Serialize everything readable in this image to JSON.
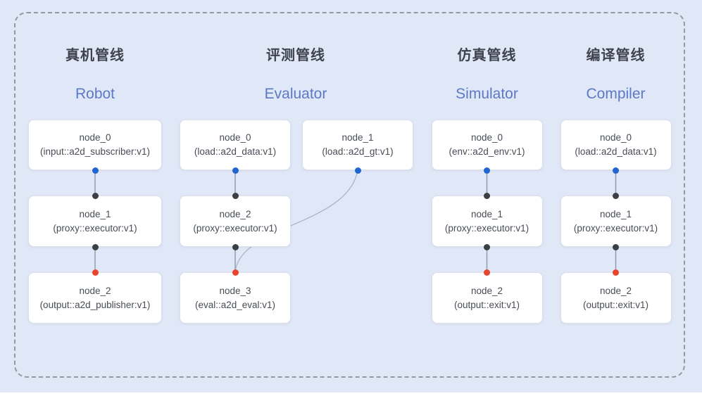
{
  "diagram": {
    "colors": {
      "background": "#e0e7f7",
      "dashed_border": "#9199a4",
      "node_background": "#ffffff",
      "node_border": "#dadfe8",
      "node_text": "#474c55",
      "title_cn_color": "#3e434d",
      "title_en_color": "#5b79c7",
      "dot_blue": "#2065d1",
      "dot_dark": "#3b3e43",
      "dot_red": "#e8432c",
      "edge_line": "#8a93a2",
      "edge_curve": "#a9b4c5"
    },
    "pipelines": [
      {
        "id": "robot",
        "title_cn": "真机管线",
        "title_en": "Robot",
        "nodes": [
          {
            "id": "node_0",
            "label": "node_0",
            "sublabel": "(input::a2d_subscriber:v1)",
            "col": 0,
            "row": 0,
            "dot_top": null,
            "dot_bottom": "blue"
          },
          {
            "id": "node_1",
            "label": "node_1",
            "sublabel": "(proxy::executor:v1)",
            "col": 0,
            "row": 1,
            "dot_top": "dark",
            "dot_bottom": "dark"
          },
          {
            "id": "node_2",
            "label": "node_2",
            "sublabel": "(output::a2d_publisher:v1)",
            "col": 0,
            "row": 2,
            "dot_top": "red",
            "dot_bottom": null
          }
        ],
        "edges": [
          {
            "from": 0,
            "to": 1,
            "type": "straight"
          },
          {
            "from": 1,
            "to": 2,
            "type": "straight"
          }
        ]
      },
      {
        "id": "evaluator",
        "title_cn": "评测管线",
        "title_en": "Evaluator",
        "nodes": [
          {
            "id": "node_0",
            "label": "node_0",
            "sublabel": "(load::a2d_data:v1)",
            "col": 0,
            "row": 0,
            "dot_top": null,
            "dot_bottom": "blue"
          },
          {
            "id": "node_1",
            "label": "node_1",
            "sublabel": "(load::a2d_gt:v1)",
            "col": 1,
            "row": 0,
            "dot_top": null,
            "dot_bottom": "blue"
          },
          {
            "id": "node_2",
            "label": "node_2",
            "sublabel": "(proxy::executor:v1)",
            "col": 0,
            "row": 1,
            "dot_top": "dark",
            "dot_bottom": "dark"
          },
          {
            "id": "node_3",
            "label": "node_3",
            "sublabel": "(eval::a2d_eval:v1)",
            "col": 0,
            "row": 2,
            "dot_top": "red",
            "dot_bottom": null
          }
        ],
        "edges": [
          {
            "from": 0,
            "to": 2,
            "type": "straight"
          },
          {
            "from": 2,
            "to": 3,
            "type": "straight"
          },
          {
            "from": 1,
            "to": 3,
            "type": "curve"
          }
        ]
      },
      {
        "id": "simulator",
        "title_cn": "仿真管线",
        "title_en": "Simulator",
        "nodes": [
          {
            "id": "node_0",
            "label": "node_0",
            "sublabel": "(env::a2d_env:v1)",
            "col": 0,
            "row": 0,
            "dot_top": null,
            "dot_bottom": "blue"
          },
          {
            "id": "node_1",
            "label": "node_1",
            "sublabel": "(proxy::executor:v1)",
            "col": 0,
            "row": 1,
            "dot_top": "dark",
            "dot_bottom": "dark"
          },
          {
            "id": "node_2",
            "label": "node_2",
            "sublabel": "(output::exit:v1)",
            "col": 0,
            "row": 2,
            "dot_top": "red",
            "dot_bottom": null
          }
        ],
        "edges": [
          {
            "from": 0,
            "to": 1,
            "type": "straight"
          },
          {
            "from": 1,
            "to": 2,
            "type": "straight"
          }
        ]
      },
      {
        "id": "compiler",
        "title_cn": "编译管线",
        "title_en": "Compiler",
        "nodes": [
          {
            "id": "node_0",
            "label": "node_0",
            "sublabel": "(load::a2d_data:v1)",
            "col": 0,
            "row": 0,
            "dot_top": null,
            "dot_bottom": "blue"
          },
          {
            "id": "node_1",
            "label": "node_1",
            "sublabel": "(proxy::executor:v1)",
            "col": 0,
            "row": 1,
            "dot_top": "dark",
            "dot_bottom": "dark"
          },
          {
            "id": "node_2",
            "label": "node_2",
            "sublabel": "(output::exit:v1)",
            "col": 0,
            "row": 2,
            "dot_top": "red",
            "dot_bottom": null
          }
        ],
        "edges": [
          {
            "from": 0,
            "to": 1,
            "type": "straight"
          },
          {
            "from": 1,
            "to": 2,
            "type": "straight"
          }
        ]
      }
    ]
  }
}
